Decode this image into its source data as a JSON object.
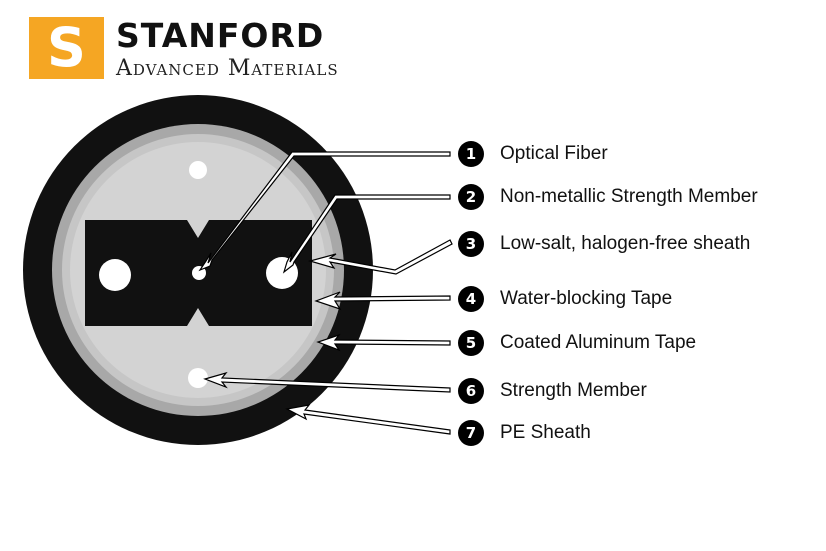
{
  "brand": {
    "logo_letter": "S",
    "name": "STANFORD",
    "subtitle": "Advanced Materials",
    "accent_color": "#f5a623"
  },
  "legend": [
    {
      "number": "1",
      "label": "Optical Fiber"
    },
    {
      "number": "2",
      "label": "Non-metallic Strength Member"
    },
    {
      "number": "3",
      "label": "Low-salt, halogen-free sheath"
    },
    {
      "number": "4",
      "label": "Water-blocking Tape"
    },
    {
      "number": "5",
      "label": "Coated Aluminum Tape"
    },
    {
      "number": "6",
      "label": "Strength Member"
    },
    {
      "number": "7",
      "label": "PE Sheath"
    }
  ]
}
